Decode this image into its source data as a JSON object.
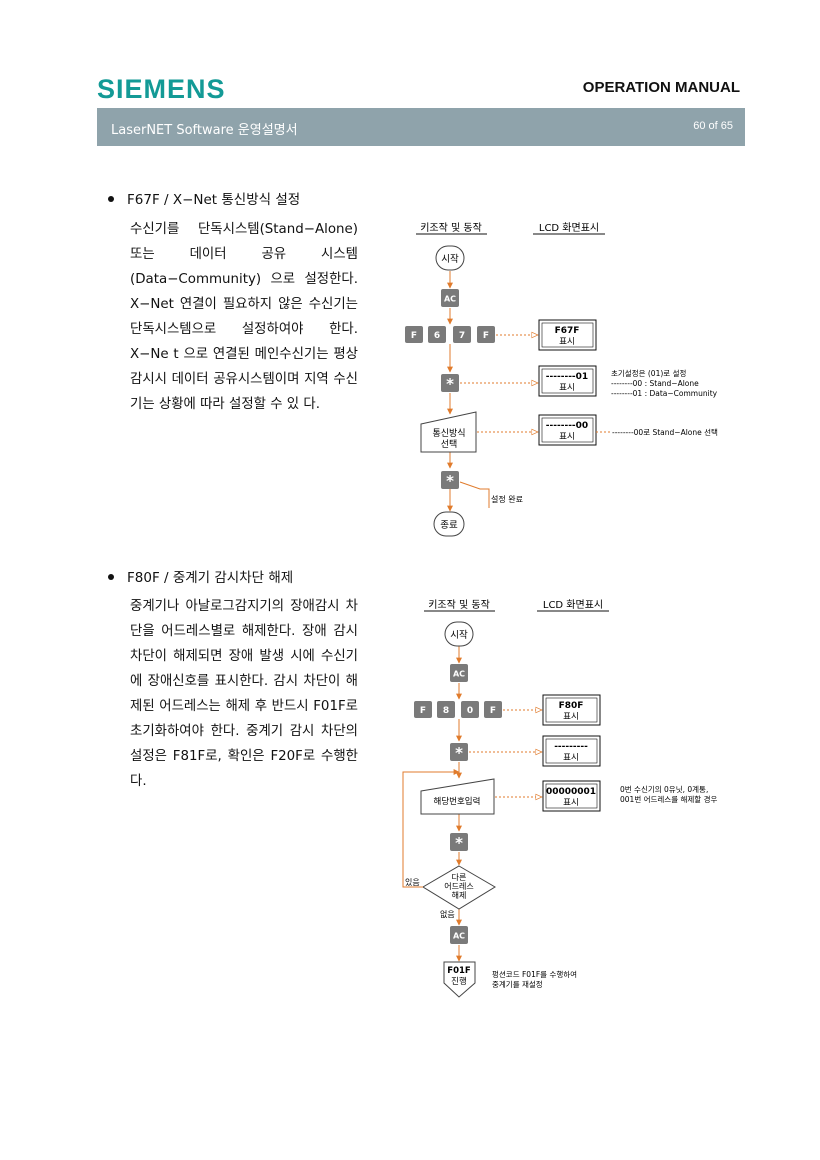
{
  "header": {
    "brand": "SIEMENS",
    "manual_title": "OPERATION MANUAL",
    "subtitle": "LaserNET Software 운영설명서",
    "page": "60 of 65"
  },
  "section1": {
    "heading": "F67F / X−Net 통신방식 설정",
    "body": "수신기를 단독시스템(Stand−Alone) 또는 데이터 공유 시스템 (Data−Community) 으로 설정한다. X−Net 연결이 필요하지 않은 수신기는 단독시스템으로 설정하여야 한다. X−Ne t 으로 연결된 메인수신기는 평상 감시시 데이터 공유시스템이며 지역 수신기는 상황에 따라 설정할 수 있 다.",
    "flow": {
      "col_key": "키조작 및 동작",
      "col_lcd": "LCD 화면표시",
      "start": "시작",
      "ac": "AC",
      "keys": [
        "F",
        "6",
        "7",
        "F"
      ],
      "lcd1_code": "F67F",
      "display": "표시",
      "star": "*",
      "lcd2_code": "--------01",
      "note_init": "초기설정은 (01)로 설정",
      "note_00": "--------00 : Stand−Alone",
      "note_01": "--------01 : Data−Community",
      "select_line1": "통신방식",
      "select_line2": "선택",
      "lcd3_code": "--------00",
      "note_stand": "--------00로 Stand−Alone 선택",
      "done": "설정 완료",
      "end": "종료"
    }
  },
  "section2": {
    "heading": "F80F / 중계기 감시차단 해제",
    "body": "중계기나 아날로그감지기의 장애감시 차단을 어드레스별로 해제한다. 장애 감시 차단이 해제되면 장애 발생 시에 수신기에 장애신호를 표시한다. 감시 차단이 해제된 어드레스는 해제 후 반드시 F01F로 초기화하여야 한다. 중계기 감시 차단의 설정은 F81F로, 확인은 F20F로 수행한다.",
    "flow": {
      "col_key": "키조작 및 동작",
      "col_lcd": "LCD 화면표시",
      "start": "시작",
      "ac": "AC",
      "keys": [
        "F",
        "8",
        "0",
        "F"
      ],
      "lcd1_code": "F80F",
      "display": "표시",
      "star": "*",
      "lcd2_code": "---------",
      "input_label": "해당번호입력",
      "lcd3_code": "00000001",
      "note_addr1": "0번 수신기의 0유닛, 0계통,",
      "note_addr2": "001번 어드레스를 해제할 경우",
      "decision_line1": "다른",
      "decision_line2": "어드레스",
      "decision_line3": "해제",
      "yes": "있음",
      "no": "없음",
      "ac2": "AC",
      "exec_line1": "F01F",
      "exec_line2": "진행",
      "note_exec1": "펑션코드 F01F를 수행하여",
      "note_exec2": "중계기를 재설정"
    }
  },
  "colors": {
    "accent": "#e07b2c",
    "key": "#7a7a7a",
    "brand": "#139a96",
    "bar": "#8fa3ab"
  }
}
